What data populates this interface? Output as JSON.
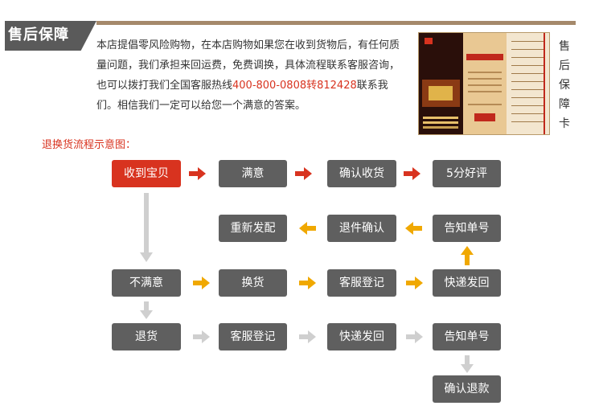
{
  "header": {
    "title": "售后保障",
    "accent_color": "#a5896b",
    "tab_color": "#5a5a5a"
  },
  "intro": {
    "text_before": "本店提倡零风险购物，在本店购物如果您在收到货物后，有任何质量问题，我们承担来回运费，免费调换，具体流程联系客服咨询，也可以拨打我们全国客服热线",
    "hotline": "400-800-0808转812428",
    "text_after": "联系我们。相信我们一定可以给您一个满意的答案。",
    "highlight_color": "#d8331f"
  },
  "card": {
    "caption_chars": [
      "售",
      "后",
      "保",
      "障",
      "卡"
    ]
  },
  "flow": {
    "label": "退换货流程示意图：",
    "steps": {
      "receive": "收到宝贝",
      "satisfied": "满意",
      "confirm_receipt": "确认收货",
      "five_star": "5分好评",
      "resend": "重新发配",
      "return_confirm": "退件确认",
      "notify_number_1": "告知单号",
      "unsatisfied": "不满意",
      "exchange": "换货",
      "cs_register_1": "客服登记",
      "express_return_1": "快递发回",
      "refund": "退货",
      "cs_register_2": "客服登记",
      "express_return_2": "快递发回",
      "notify_number_2": "告知单号",
      "confirm_refund": "确认退款"
    },
    "arrow_colors": {
      "red": "#d8331f",
      "yellow": "#f0a800",
      "gray": "#cfcfcf"
    },
    "box_colors": {
      "dark": "#5f5f5f",
      "highlight": "#d8331f"
    }
  }
}
